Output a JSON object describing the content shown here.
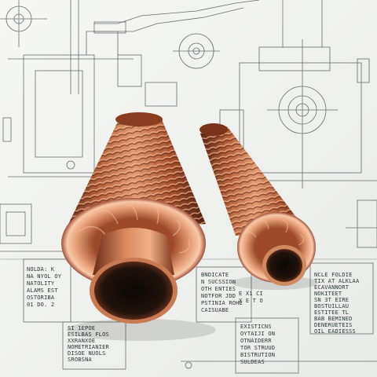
{
  "scene": {
    "subject": "two finned copper heat exchanger tubes",
    "background": "mechanical engineering blueprint drawing",
    "colors": {
      "paper": "#f3f4f2",
      "ink": "#2e3438",
      "copper_light": "#f2b08a",
      "copper_mid": "#c8724a",
      "copper_dark": "#6b2f1b",
      "bore": "#1a0f0a"
    }
  },
  "notes": {
    "left_block": [
      "NOLDA: K",
      "NA NYOL OY",
      "NATOLITY",
      "ALAMS EST",
      "OSTORIBA",
      "01 DO. 2"
    ],
    "bottom_left_block": [
      "SI 1EPOE",
      "ESILBAS FLOS",
      "XXRANXOE",
      "NOMETRIANIER",
      "DISOE NUOLS",
      "SROBSNA"
    ],
    "center_block": [
      "BNDICATE",
      "N SUCSSION",
      "OTH ENTIES",
      "NOTFOR JDD",
      "PSTINIA ROHE",
      "CAISUABE"
    ],
    "center_small": [
      "E X1 CI",
      "X E T O"
    ],
    "bottom_center_block": [
      "EXISTICNS",
      "OYTAIJI ON",
      "OTNAIDERR",
      "TOR STRUUD",
      "BISTRUTION",
      "SULDEAS"
    ],
    "right_block": [
      "NCLE FOLDIE",
      "TIX AT ALKLAA",
      "ECAVANNORT",
      "NOKITEET",
      "SN 3T EIRE",
      "BOSTUILLAU",
      "ESTITEE TL",
      "BAB BEMINED",
      "DENERUETEIS",
      "OIL EADIESSS"
    ]
  }
}
